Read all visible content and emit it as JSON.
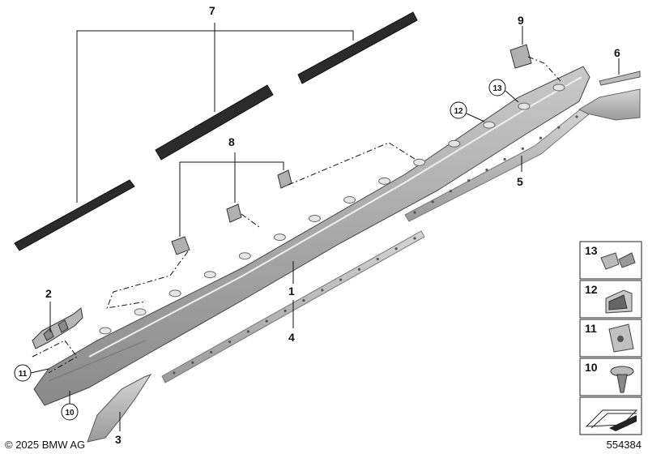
{
  "callouts": {
    "c1": "1",
    "c2": "2",
    "c3": "3",
    "c4": "4",
    "c5": "5",
    "c6": "6",
    "c7": "7",
    "c8": "8",
    "c9": "9",
    "c10": "10",
    "c11": "11",
    "c12": "12",
    "c13": "13"
  },
  "legend": {
    "items": [
      {
        "label": "13"
      },
      {
        "label": "12"
      },
      {
        "label": "11"
      },
      {
        "label": "10"
      }
    ]
  },
  "footer": {
    "copyright": "© 2025 BMW AG",
    "diagram_number": "554384"
  }
}
